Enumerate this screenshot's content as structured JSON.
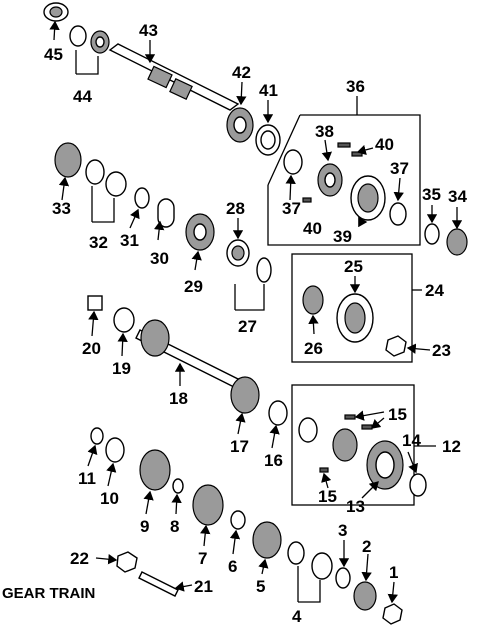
{
  "title": "GEAR TRAIN",
  "callouts": [
    "1",
    "2",
    "3",
    "4",
    "5",
    "6",
    "7",
    "8",
    "9",
    "10",
    "11",
    "12",
    "13",
    "14",
    "15",
    "16",
    "17",
    "18",
    "19",
    "20",
    "21",
    "22",
    "23",
    "24",
    "25",
    "26",
    "27",
    "28",
    "29",
    "30",
    "31",
    "32",
    "33",
    "34",
    "35",
    "36",
    "37",
    "38",
    "39",
    "40",
    "41",
    "42",
    "43",
    "44",
    "45"
  ],
  "colors": {
    "line": "#000000",
    "background": "#ffffff",
    "shade": "#9a9a9a"
  }
}
